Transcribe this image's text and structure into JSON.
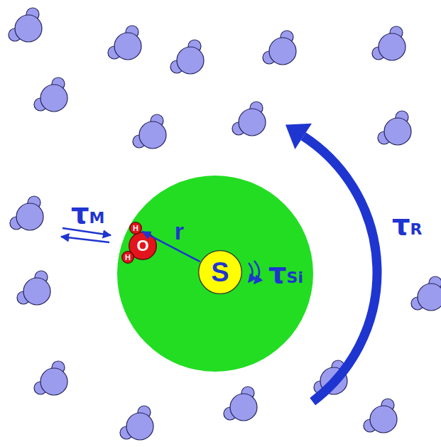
{
  "diagram": {
    "nodes": [
      {
        "text": [
          "S"
        ]
      },
      {
        "text": [
          "O"
        ]
      },
      {
        "text": [
          "H"
        ]
      },
      {
        "text": [
          "H"
        ]
      }
    ],
    "edges": [
      {
        "from": 0,
        "to": 2,
        "arrow": "to",
        "label": "r"
      }
    ],
    "labels": [
      "τM",
      "τSi",
      "τR"
    ]
  }
}
